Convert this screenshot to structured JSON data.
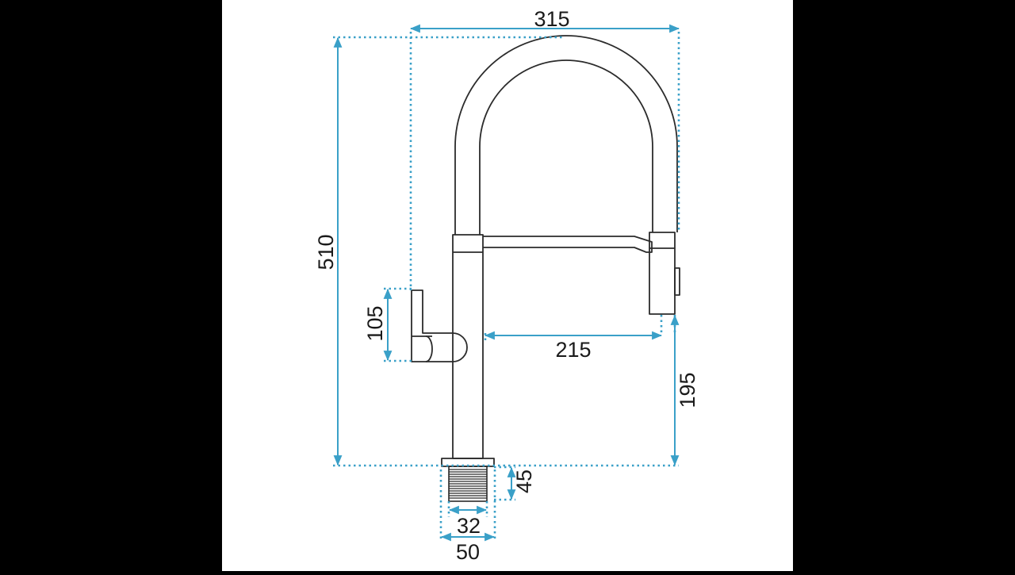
{
  "colors": {
    "background": "#000000",
    "panel": "#ffffff",
    "outline": "#2b2b2b",
    "dimension": "#3aa0c8"
  },
  "dimensions": {
    "total_width": "315",
    "total_height": "510",
    "lever_height": "105",
    "spout_reach": "215",
    "outlet_height": "195",
    "thread_length": "45",
    "thread_diameter": "32",
    "base_diameter": "50"
  }
}
